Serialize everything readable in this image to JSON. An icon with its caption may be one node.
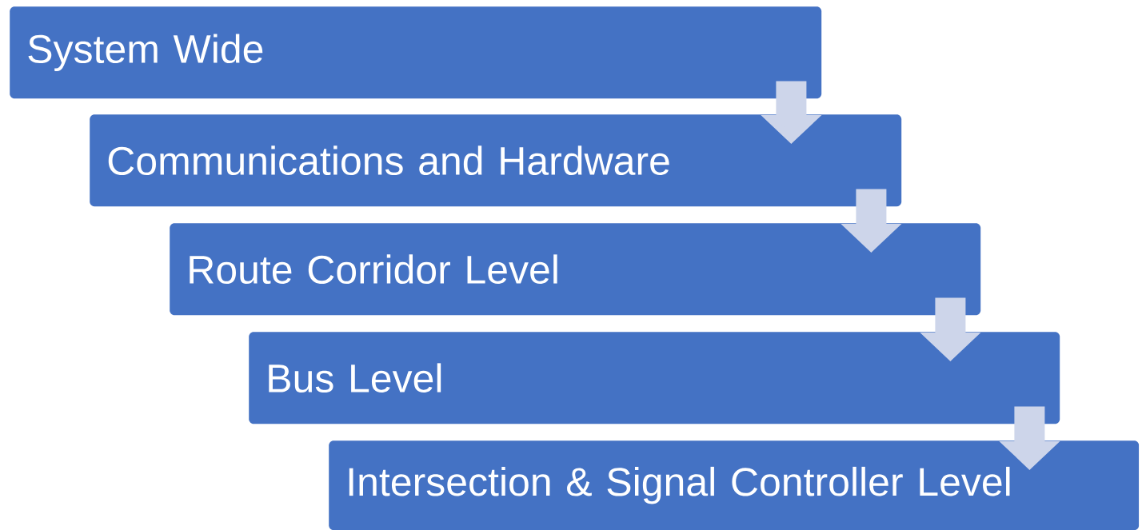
{
  "diagram": {
    "nodes": [
      {
        "text": [
          "System Wide"
        ]
      },
      {
        "text": [
          "Communications and Hardware"
        ]
      },
      {
        "text": [
          "Route Corridor Level"
        ]
      },
      {
        "text": [
          "Bus Level"
        ]
      },
      {
        "text": [
          "Intersection & Signal Controller Level"
        ]
      }
    ],
    "edges": [
      {
        "from": 0,
        "to": 1,
        "arrow": "to"
      },
      {
        "from": 1,
        "to": 2,
        "arrow": "to"
      },
      {
        "from": 2,
        "to": 3,
        "arrow": "to"
      },
      {
        "from": 3,
        "to": 4,
        "arrow": "to"
      }
    ]
  }
}
